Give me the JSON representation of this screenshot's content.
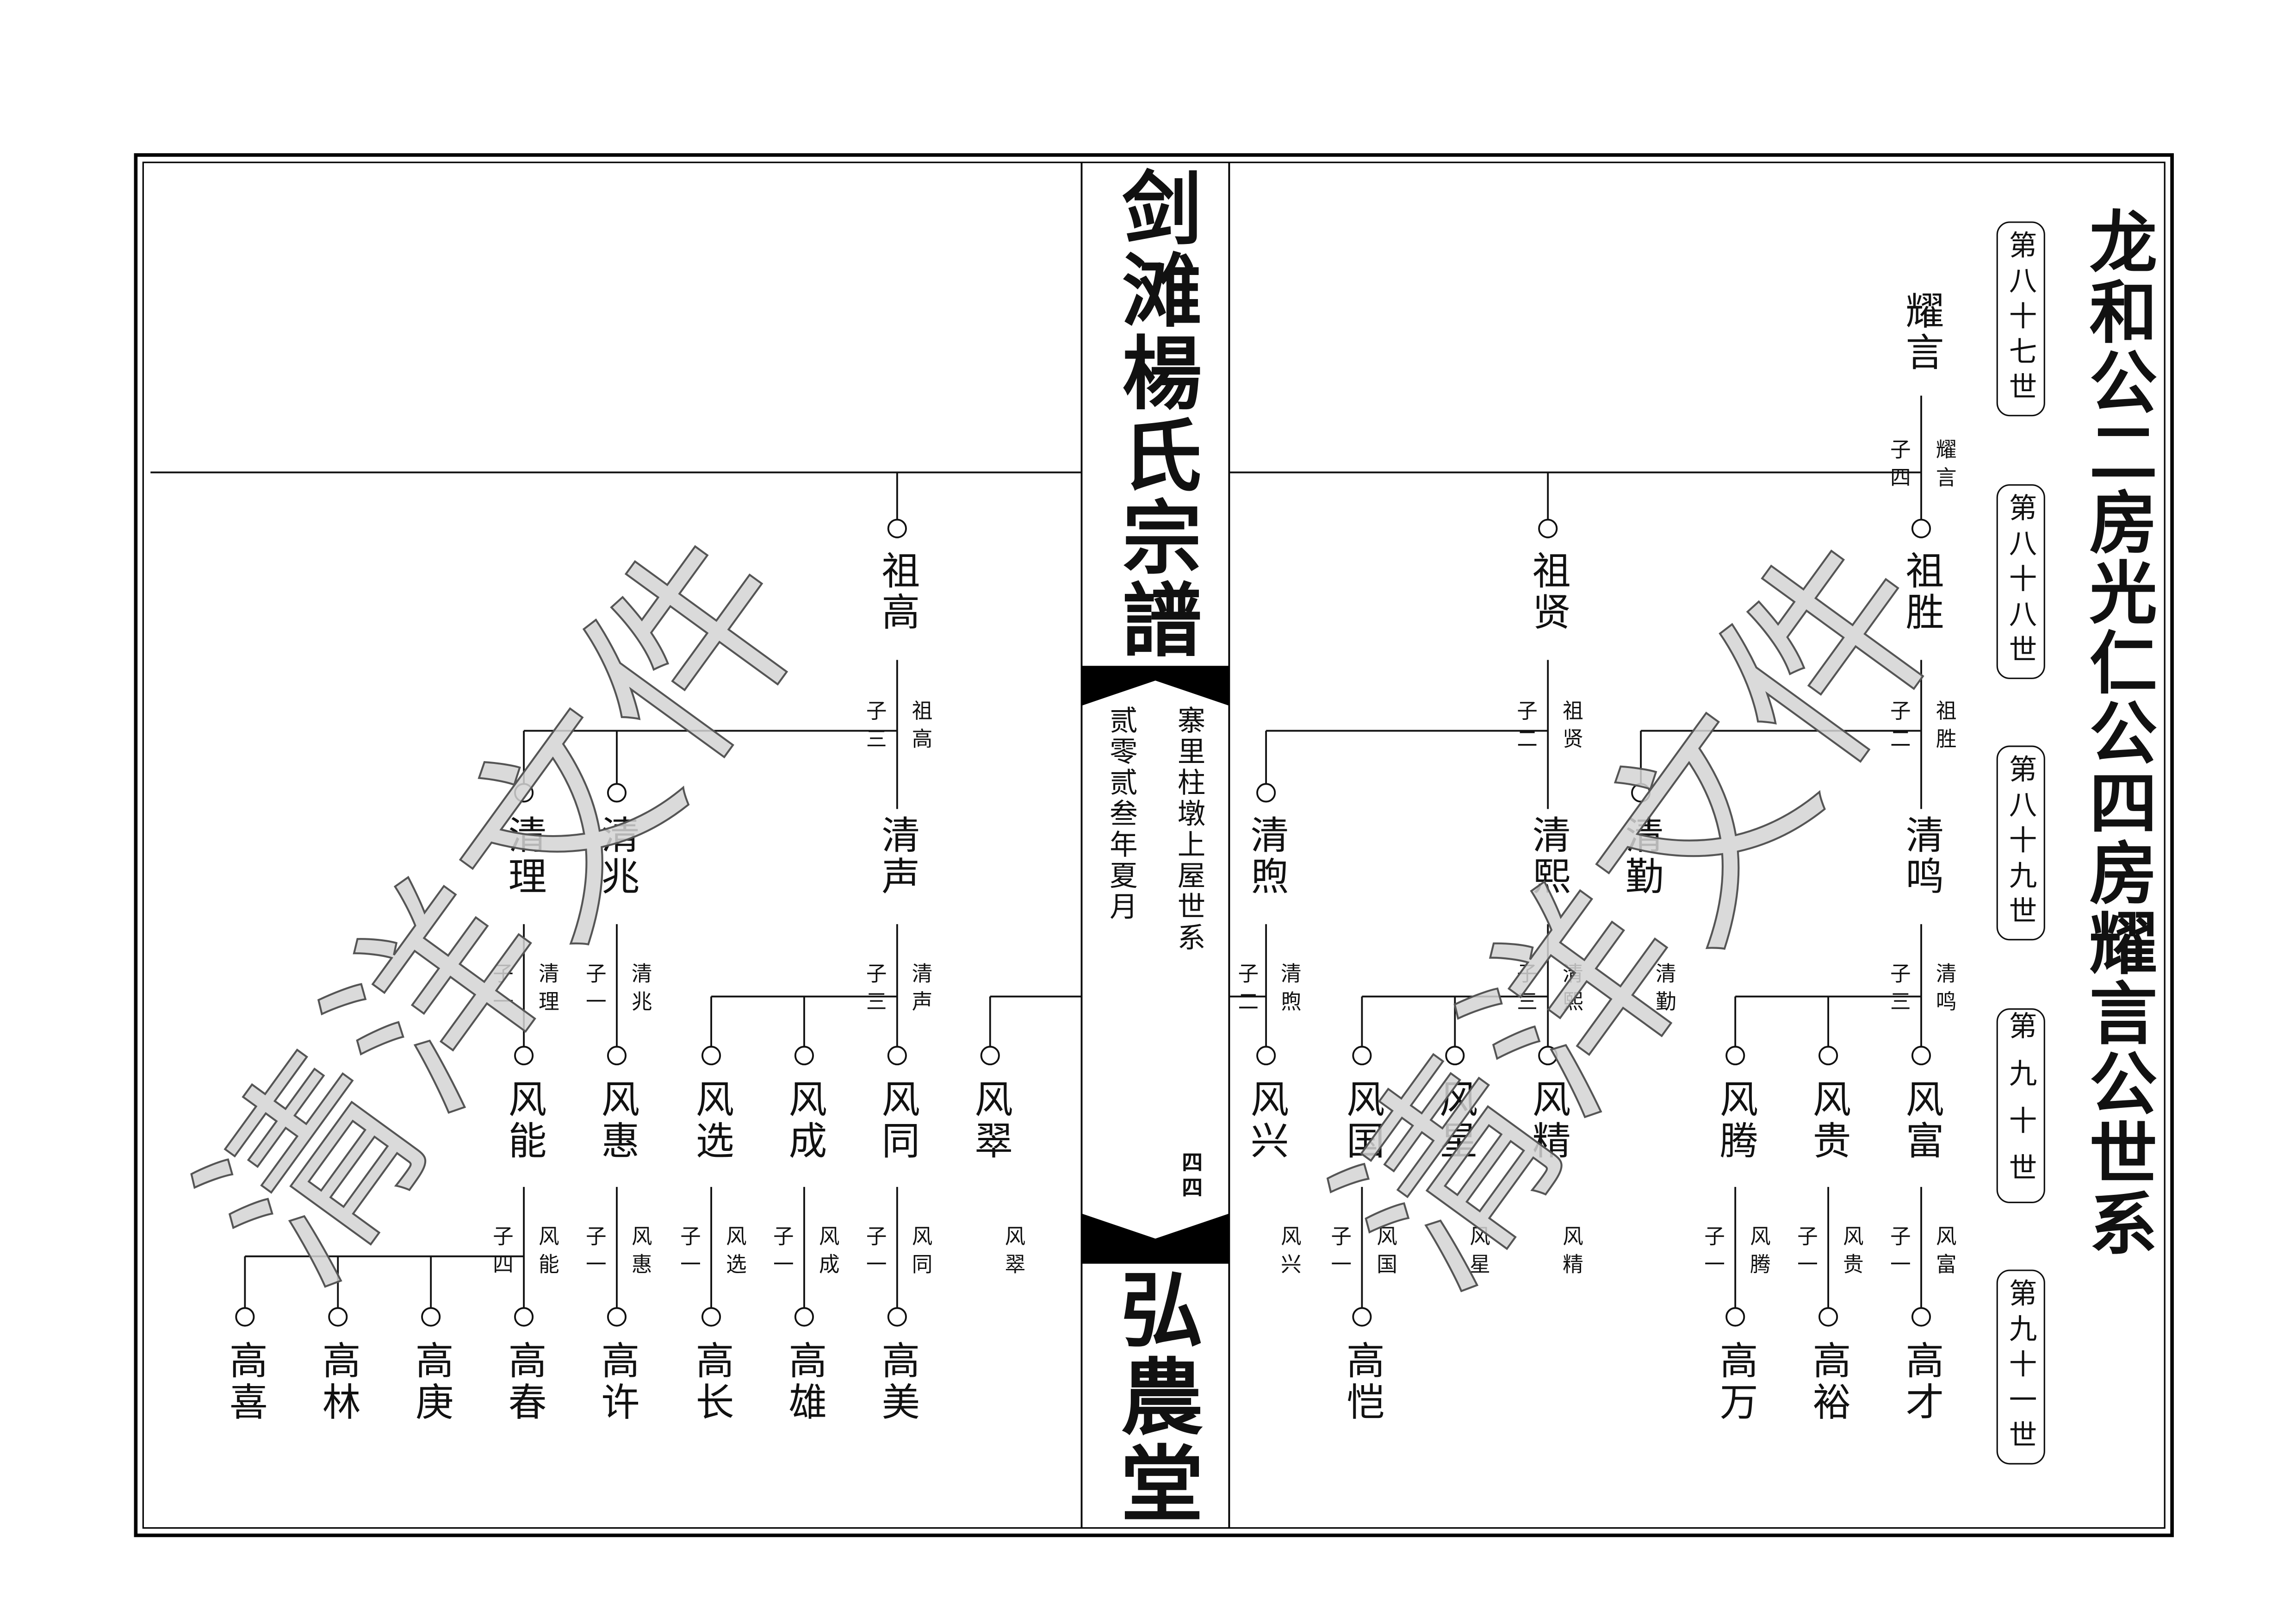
{
  "spine": {
    "book_title": "剑滩楊氏宗譜",
    "lineage": "寨里柱墩上屋世系",
    "date": "贰零贰叁年夏月",
    "page_number": "四四",
    "hall_name": "弘農堂"
  },
  "header": {
    "title": "龙和公二房光仁公四房耀言公世系",
    "generations": [
      "第八十七世",
      "第八十八世",
      "第八十九世",
      "第九十世",
      "第九十一世"
    ]
  },
  "tree": {
    "gen87": [
      {
        "name": "耀言",
        "sons": "子四",
        "label": "耀言"
      }
    ],
    "gen88": [
      {
        "name": "祖胜",
        "sons": "子二",
        "label": "祖胜"
      },
      {
        "name": "祖贤",
        "sons": "子二",
        "label": "祖贤"
      },
      {
        "name": "祖高",
        "sons": "子三",
        "label": "祖高"
      }
    ],
    "gen89": [
      {
        "name": "清鸣",
        "sons": "子三",
        "label": "清鸣"
      },
      {
        "name": "清勤",
        "label": "清勤"
      },
      {
        "name": "清熙",
        "sons": "子三",
        "label": "清熙"
      },
      {
        "name": "清煦",
        "sons": "子二",
        "label": "清煦"
      },
      {
        "name": "清声",
        "sons": "子三",
        "label": "清声"
      },
      {
        "name": "清兆",
        "sons": "子一",
        "label": "清兆"
      },
      {
        "name": "清理",
        "sons": "子一",
        "label": "清理"
      }
    ],
    "gen90": [
      {
        "name": "风富",
        "sons": "子一",
        "label": "风富"
      },
      {
        "name": "风贵",
        "sons": "子一",
        "label": "风贵"
      },
      {
        "name": "风腾",
        "sons": "子一",
        "label": "风腾"
      },
      {
        "name": "风精",
        "label": "风精"
      },
      {
        "name": "风星",
        "label": "风星"
      },
      {
        "name": "风国",
        "sons": "子一",
        "label": "风国"
      },
      {
        "name": "风兴",
        "label": "风兴"
      },
      {
        "name": "风翠",
        "label": "风翠"
      },
      {
        "name": "风同",
        "sons": "子一",
        "label": "风同"
      },
      {
        "name": "风成",
        "sons": "子一",
        "label": "风成"
      },
      {
        "name": "风选",
        "sons": "子一",
        "label": "风选"
      },
      {
        "name": "风惠",
        "sons": "子一",
        "label": "风惠"
      },
      {
        "name": "风能",
        "sons": "子四",
        "label": "风能"
      }
    ],
    "gen91": [
      {
        "name": "高才"
      },
      {
        "name": "高裕"
      },
      {
        "name": "高万"
      },
      {
        "name": "高恺"
      },
      {
        "name": "高美"
      },
      {
        "name": "高雄"
      },
      {
        "name": "高长"
      },
      {
        "name": "高许"
      },
      {
        "name": "高春"
      },
      {
        "name": "高庚"
      },
      {
        "name": "高林"
      },
      {
        "name": "高喜"
      }
    ]
  },
  "watermark": "清洋文件",
  "colors": {
    "ink": "#111111",
    "paper": "#ffffff",
    "watermark_fill": "#d4d4d4",
    "watermark_stroke": "#555555"
  }
}
